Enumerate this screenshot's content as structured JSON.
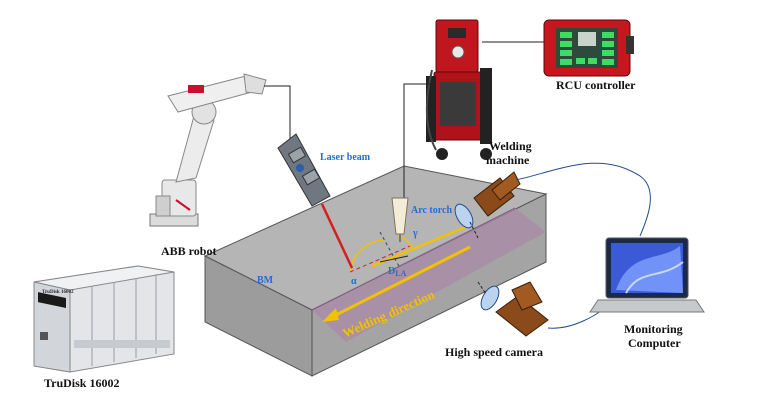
{
  "labels": {
    "abb_robot": "ABB robot",
    "laser_beam": "Laser beam",
    "welding_machine_line1": "Welding",
    "welding_machine_line2": "machine",
    "rcu_controller": "RCU controller",
    "arc_torch": "Arc torch",
    "bm": "BM",
    "alpha": "α",
    "gamma": "γ",
    "dla_main": "D",
    "dla_sub": "LA",
    "welding_direction": "Welding  direction",
    "monitoring_line1": "Monitoring",
    "monitoring_line2": "Computer",
    "high_speed_camera": "High speed camera",
    "trudisk": "TruDisk 16002",
    "trudisk_badge": "TruDisk 16002"
  },
  "colors": {
    "label_blue": "#1f6fd1",
    "direction_yellow": "#f2c100",
    "laser_red": "#d41f1f",
    "plate_top": "#b3b3b3",
    "plate_front": "#9a9a9a",
    "plate_side": "#bdbdbd",
    "weld_line": "#b48ab4"
  },
  "icons": [
    "robot-arm-icon",
    "welding-machine-icon",
    "rcu-controller-icon",
    "laser-head-icon",
    "arc-torch-icon",
    "camera-icon",
    "laptop-icon",
    "laser-source-cabinet-icon"
  ]
}
